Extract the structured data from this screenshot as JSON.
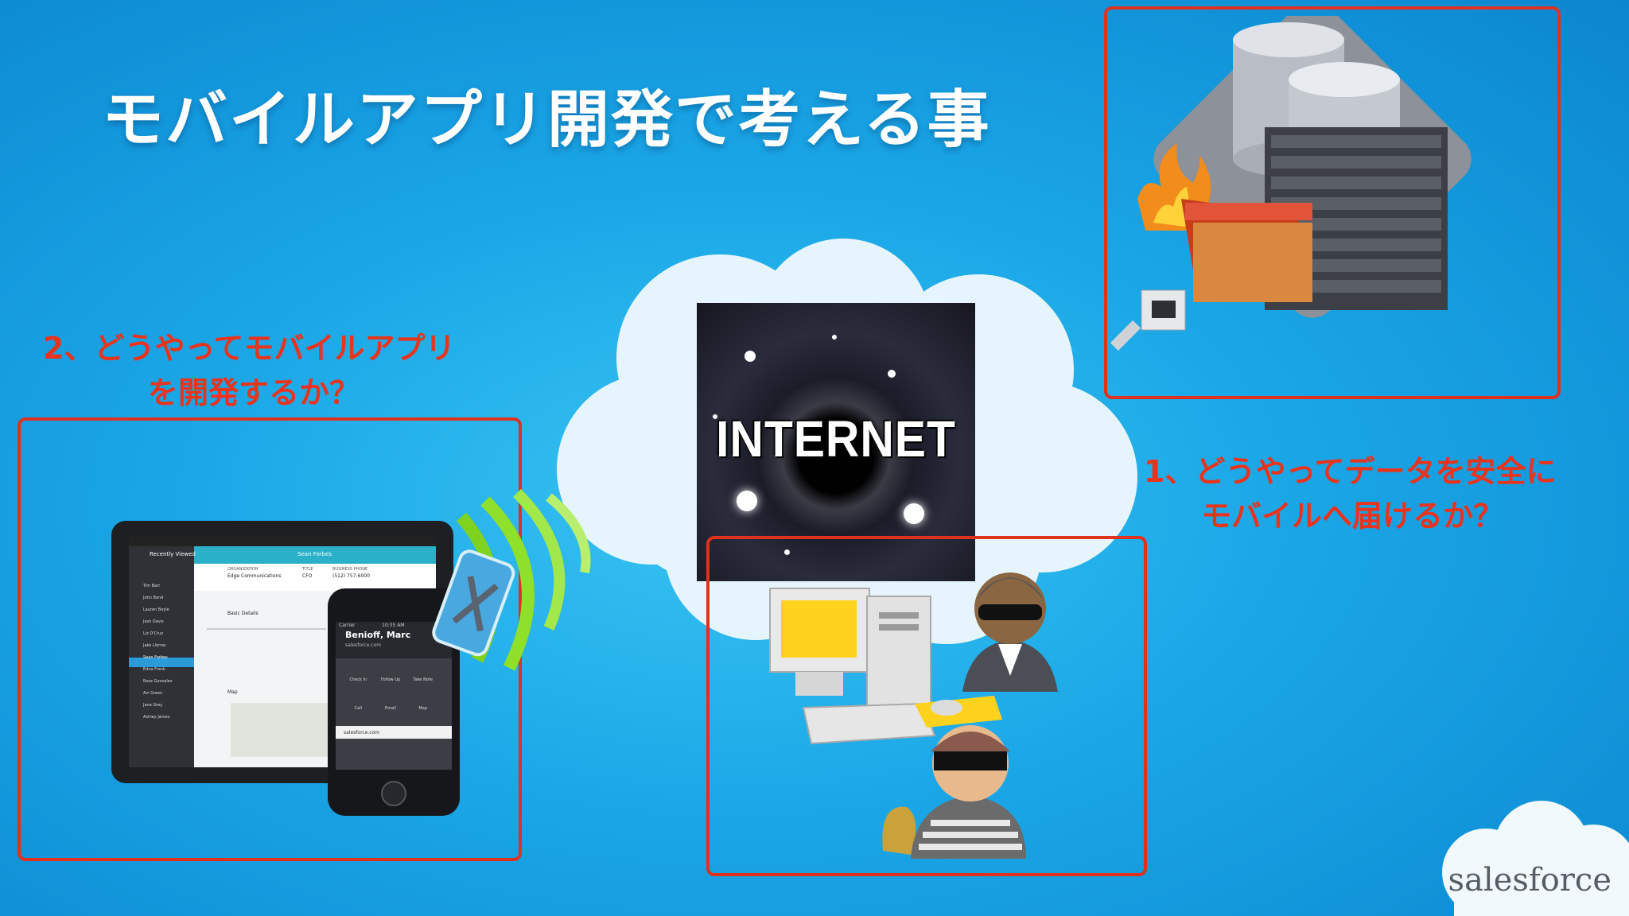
{
  "slide": {
    "title": "モバイルアプリ開発で考える事",
    "question_2_line1": "2、どうやってモバイルアプリ",
    "question_2_line2": "を開発するか？",
    "question_1_line1": "1、どうやってデータを安全に",
    "question_1_line2": "モバイルへ届けるか？",
    "internet_label": "INTERNET",
    "logo_text": "salesforce"
  },
  "colors": {
    "background": "#1aa6e6",
    "highlight_red": "#e0301e",
    "title_white": "#ffffff"
  },
  "devices": {
    "tablet_header": "Sean Forbes",
    "tablet_list_header": "Recently Viewed",
    "tablet_org_label": "ORGANIZATION",
    "tablet_org_value": "Edge Communications",
    "tablet_title_label": "TITLE",
    "tablet_title_value": "CFO",
    "tablet_phone_label": "BUSINESS PHONE",
    "tablet_phone_value": "(512) 757-6000",
    "tablet_section": "Basic Details",
    "tablet_map_label": "Map",
    "phone_contact_name": "Benioff, Marc",
    "phone_contact_sub": "salesforce.com",
    "phone_url": "salesforce.com",
    "phone_carrier": "Carrier",
    "phone_time": "10:35 AM",
    "tablet_list_items": [
      "Tim Barr",
      "John Bond",
      "Lauren Boyle",
      "Josh Davis",
      "Liz D'Cruz",
      "Jake Llorrac",
      "Sean Forbes",
      "Edna Frank",
      "Rose Gonzalez",
      "Avi Green",
      "Jane Grey",
      "Ashley James"
    ],
    "phone_actions": [
      "Check In",
      "Follow Up",
      "Take Note",
      "Call",
      "Email",
      "Map"
    ]
  },
  "icons": {
    "server": "database-server-icon",
    "firewall": "firewall-icon",
    "thief": "thief-icon",
    "spy": "spy-icon",
    "computer": "desktop-computer-icon",
    "wifi": "wireless-signal-icon"
  }
}
